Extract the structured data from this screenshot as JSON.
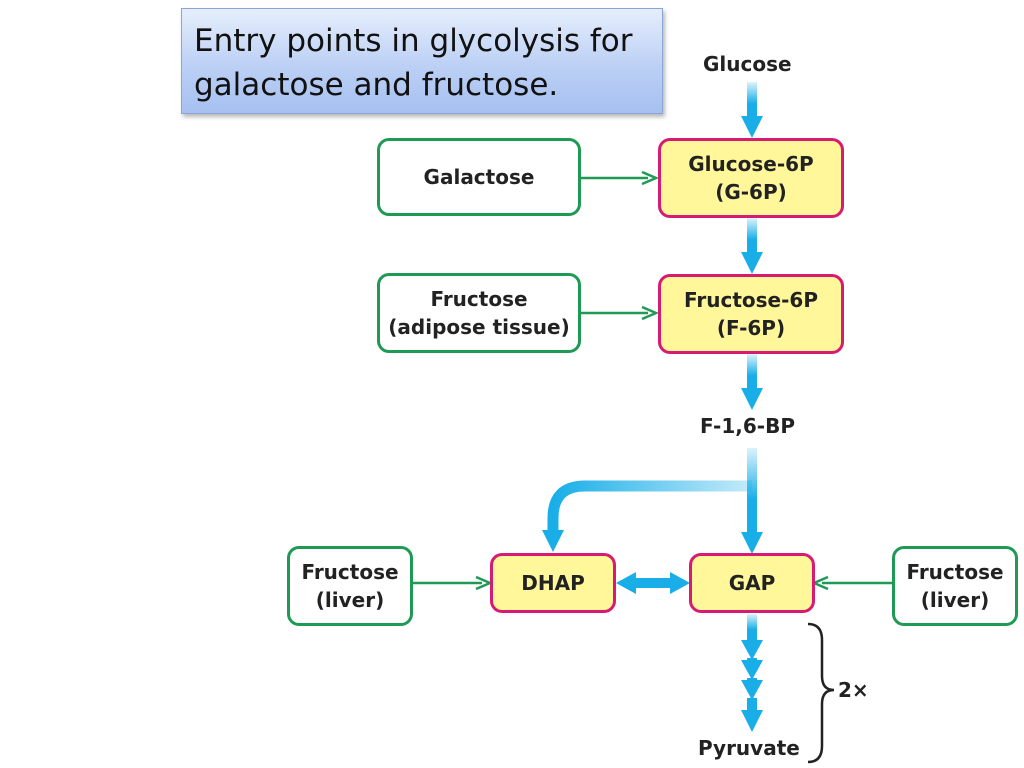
{
  "title": {
    "line1": "Entry points in glycolysis for",
    "line2": "galactose and fructose."
  },
  "nodes": {
    "glucose": "Glucose",
    "galactose": "Galactose",
    "glucose_6p": {
      "line1": "Glucose-6P",
      "line2": "(G-6P)"
    },
    "fructose_adipose": {
      "line1": "Fructose",
      "line2": "(adipose tissue)"
    },
    "fructose_6p": {
      "line1": "Fructose-6P",
      "line2": "(F-6P)"
    },
    "f16bp": "F-1,6-BP",
    "fructose_liver_left": {
      "line1": "Fructose",
      "line2": "(liver)"
    },
    "dhap": "DHAP",
    "gap": "GAP",
    "fructose_liver_right": {
      "line1": "Fructose",
      "line2": "(liver)"
    },
    "pyruvate": "Pyruvate",
    "multiplier": "2×"
  },
  "colors": {
    "pathway_arrow": "#19aee8",
    "entry_arrow": "#1f9a55",
    "intermediate_fill": "#fff79a",
    "intermediate_border": "#d81b72",
    "entry_border": "#1f9a55",
    "title_fill": "#bcd0f5"
  }
}
